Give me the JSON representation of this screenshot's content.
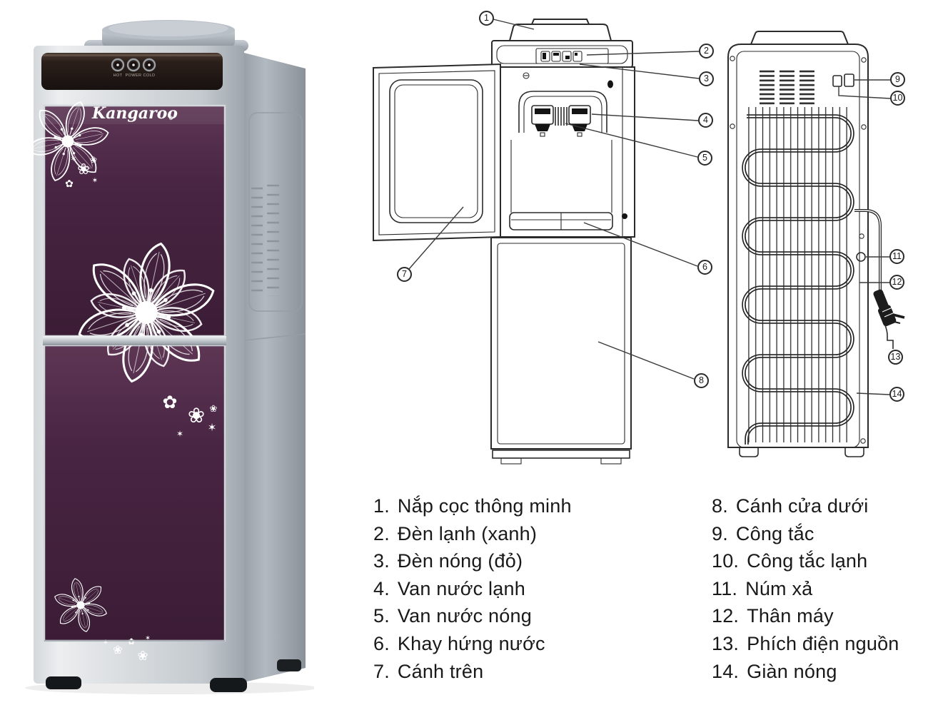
{
  "product": {
    "brand": "Kangaroo",
    "brand_mark": "®",
    "indicators": [
      {
        "label": "HOT"
      },
      {
        "label": "POWER"
      },
      {
        "label": "COLD"
      }
    ],
    "colors": {
      "glass_purple": "#47243f",
      "body_silver": "#c7ccd1",
      "control_panel_dark": "#261c17",
      "flower_white": "#ffffff"
    }
  },
  "callouts": [
    "1",
    "2",
    "3",
    "4",
    "5",
    "6",
    "7",
    "8",
    "9",
    "10",
    "11",
    "12",
    "13",
    "14"
  ],
  "legend": {
    "left": [
      {
        "num": "1.",
        "label": "Nắp cọc thông minh"
      },
      {
        "num": "2.",
        "label": "Đèn lạnh (xanh)"
      },
      {
        "num": "3.",
        "label": "Đèn nóng (đỏ)"
      },
      {
        "num": "4.",
        "label": "Van nước lạnh"
      },
      {
        "num": "5.",
        "label": "Van nước nóng"
      },
      {
        "num": "6.",
        "label": "Khay hứng nước"
      },
      {
        "num": "7.",
        "label": "Cánh trên"
      }
    ],
    "right": [
      {
        "num": "8.",
        "label": "Cánh cửa dưới"
      },
      {
        "num": "9.",
        "label": "Công tắc"
      },
      {
        "num": "10.",
        "label": "Công tắc lạnh"
      },
      {
        "num": "11.",
        "label": "Núm xả"
      },
      {
        "num": "12.",
        "label": "Thân máy"
      },
      {
        "num": "13.",
        "label": "Phích điện nguồn"
      },
      {
        "num": "14.",
        "label": "Giàn nóng"
      }
    ]
  }
}
